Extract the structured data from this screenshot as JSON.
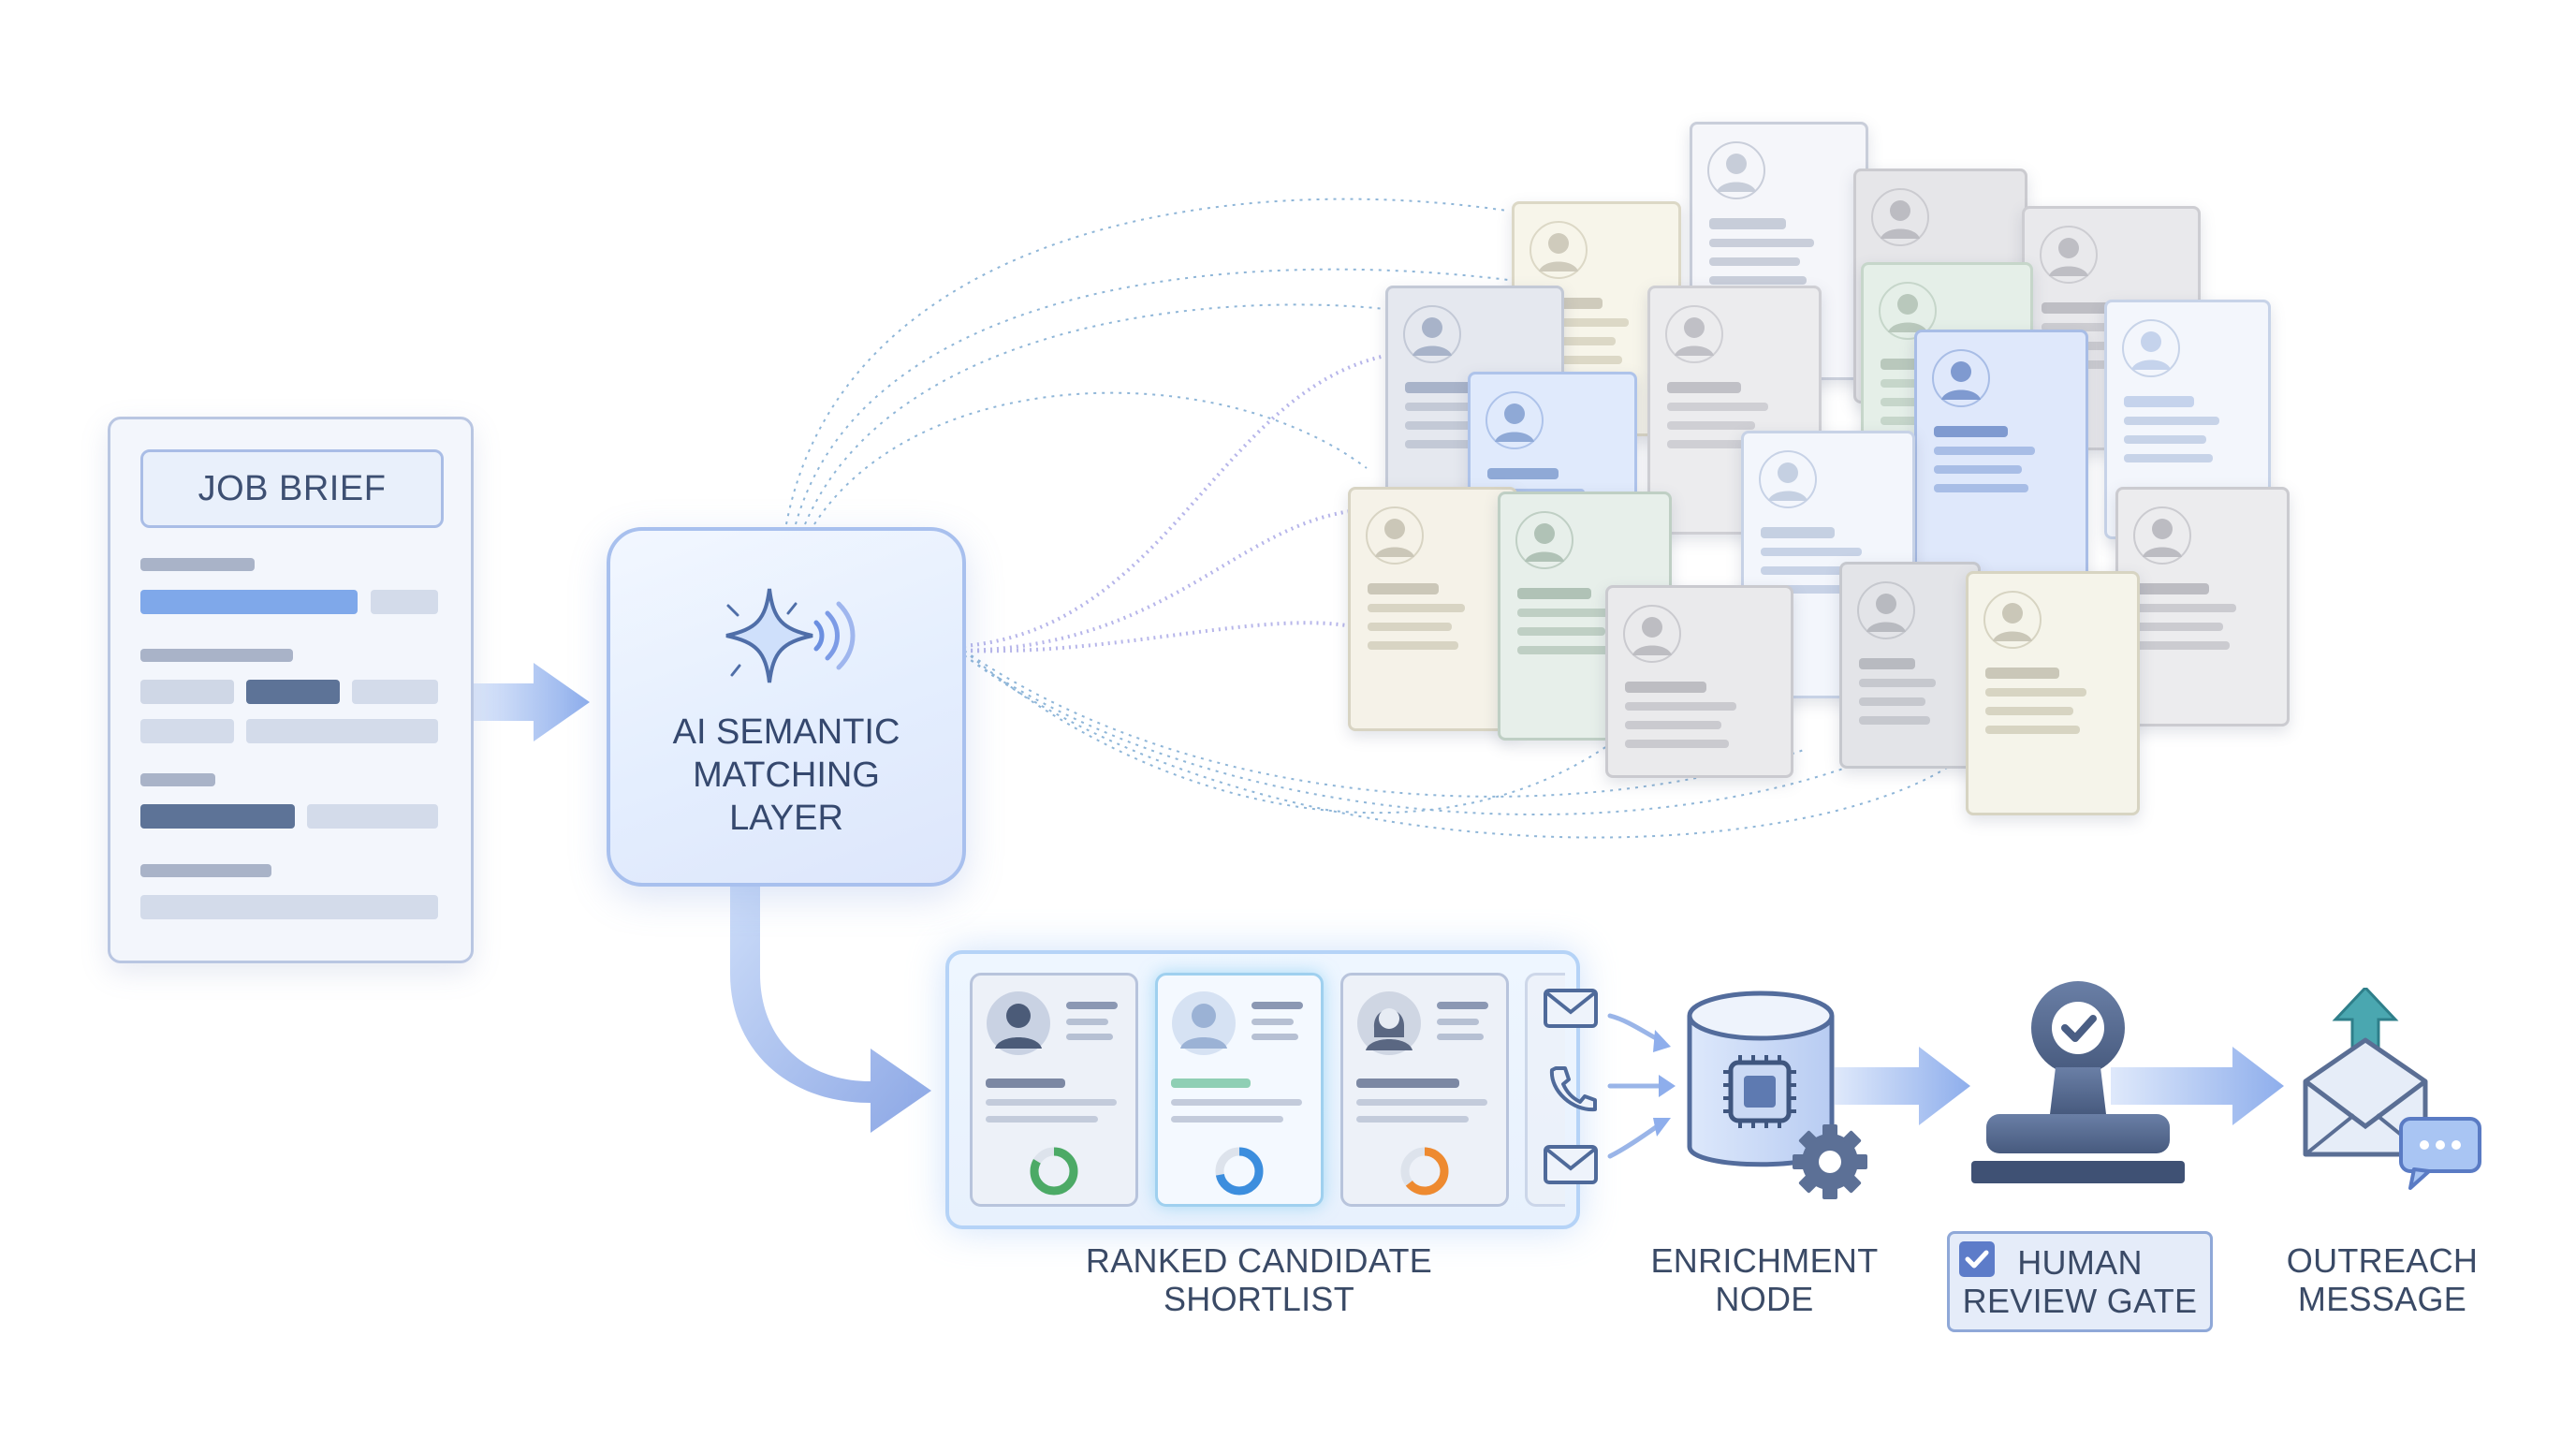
{
  "job_brief": {
    "title": "JOB BRIEF"
  },
  "ai_layer": {
    "label": "AI SEMANTIC\nMATCHING\nLAYER",
    "icon": "sparkle-signal-icon"
  },
  "candidate_pool": {
    "card_count": 17
  },
  "shortlist": {
    "label": "RANKED CANDIDATE\nSHORTLIST",
    "cards": [
      {
        "avatar": "male-avatar-dark",
        "score_color": "#4caa66"
      },
      {
        "avatar": "male-avatar-light",
        "score_color": "#3c8ede"
      },
      {
        "avatar": "female-avatar",
        "score_color": "#ee8a30"
      }
    ]
  },
  "channels": [
    "envelope-icon",
    "phone-icon",
    "envelope-icon"
  ],
  "enrichment": {
    "label": "ENRICHMENT\nNODE",
    "icon": "database-chip-gear-icon"
  },
  "review_gate": {
    "label": "HUMAN\nREVIEW GATE",
    "icon": "approval-stamp-icon"
  },
  "outreach": {
    "label": "OUTREACH\nMESSAGE",
    "icon": "envelope-send-chat-icon"
  },
  "colors": {
    "accent": "#6f95e6",
    "text": "#3a4a66",
    "connector": "#8ab3e8"
  }
}
